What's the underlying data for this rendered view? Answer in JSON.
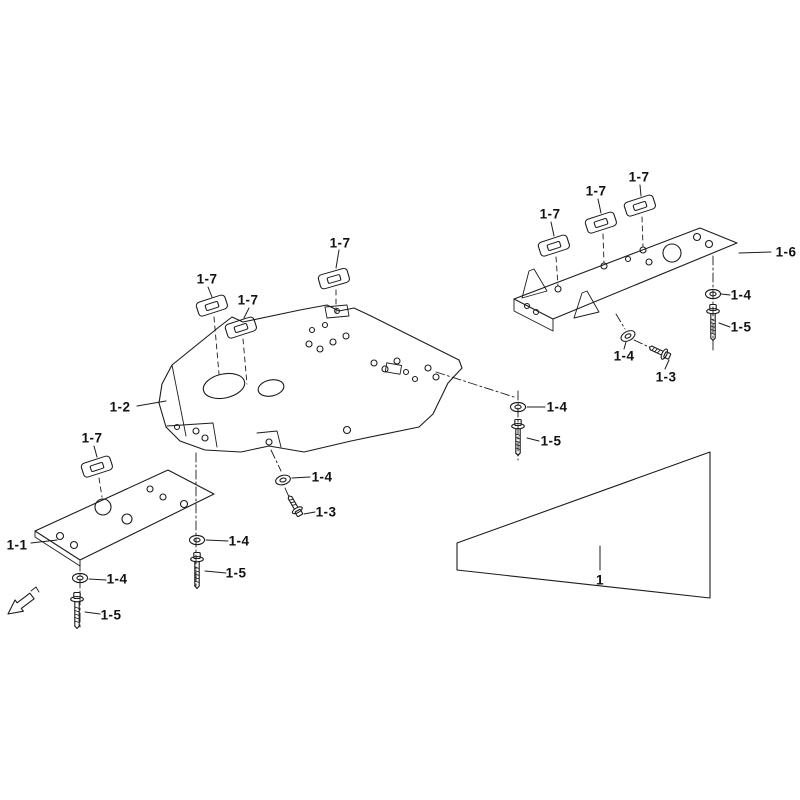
{
  "diagram": {
    "type": "exploded-parts-diagram",
    "colors": {
      "background": "#ffffff",
      "line": "#1c1c1c",
      "label_text": "#111111"
    },
    "icons": {
      "front_direction": "front-direction-arrow-icon"
    }
  },
  "labels": [
    {
      "id": "clip-top-center",
      "text": "1-7"
    },
    {
      "id": "clip-left-upper",
      "text": "1-7"
    },
    {
      "id": "clip-left-lower",
      "text": "1-7"
    },
    {
      "id": "clip-right-1",
      "text": "1-7"
    },
    {
      "id": "clip-right-2",
      "text": "1-7"
    },
    {
      "id": "clip-right-3",
      "text": "1-7"
    },
    {
      "id": "rear-plate",
      "text": "1-6"
    },
    {
      "id": "washer-right",
      "text": "1-4"
    },
    {
      "id": "bolt-right",
      "text": "1-5"
    },
    {
      "id": "washer-mid-right",
      "text": "1-4"
    },
    {
      "id": "small-bolt-right",
      "text": "1-3"
    },
    {
      "id": "center-plate",
      "text": "1-2"
    },
    {
      "id": "washer-middle",
      "text": "1-4"
    },
    {
      "id": "bolt-middle",
      "text": "1-5"
    },
    {
      "id": "clip-front",
      "text": "1-7"
    },
    {
      "id": "washer-center",
      "text": "1-4"
    },
    {
      "id": "small-bolt-center",
      "text": "1-3"
    },
    {
      "id": "front-plate",
      "text": "1-1"
    },
    {
      "id": "washer-left",
      "text": "1-4"
    },
    {
      "id": "bolt-left",
      "text": "1-5"
    },
    {
      "id": "washer-far-left",
      "text": "1-4"
    },
    {
      "id": "bolt-far-left",
      "text": "1-5"
    },
    {
      "id": "cover-panel",
      "text": "1"
    }
  ]
}
